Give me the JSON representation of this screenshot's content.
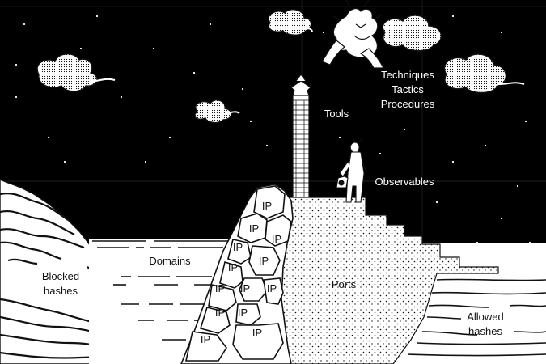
{
  "labels": {
    "techniques": "Techniques",
    "tactics": "Tactics",
    "procedures": "Procedures",
    "tools": "Tools",
    "observables": "Observables",
    "domains": "Domains",
    "ports": "Ports",
    "blocked_hashes_line1": "Blocked",
    "blocked_hashes_line2": "hashes",
    "allowed_hashes_line1": "Allowed",
    "allowed_hashes_line2": "hashes",
    "ip": "IP"
  },
  "colors": {
    "sky": "#000000",
    "ink": "#111111",
    "paper": "#ffffff"
  },
  "icons": [
    "cloud-icon",
    "dragon-demon-icon",
    "tower-icon",
    "figure-with-lantern-icon",
    "star-icon"
  ]
}
